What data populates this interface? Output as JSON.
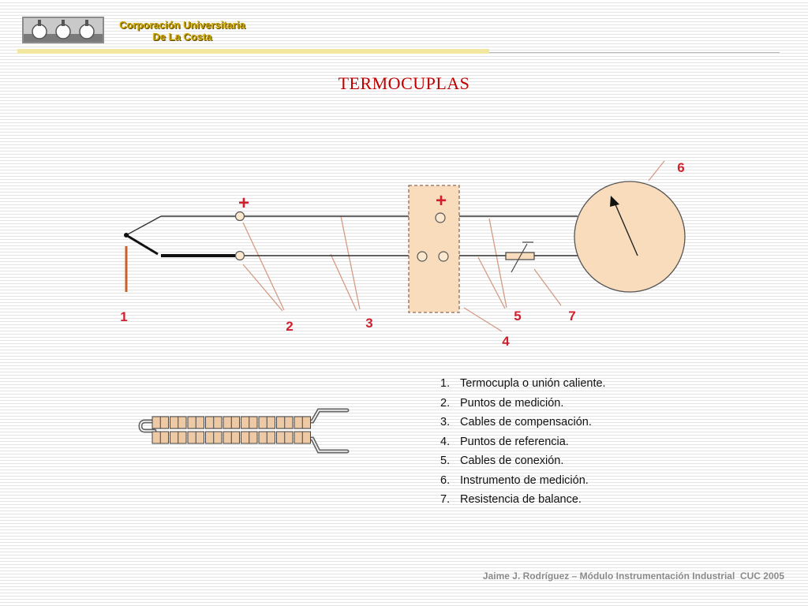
{
  "header": {
    "org_line1": "Corporación  Universitaria",
    "org_line2": "De  La  Costa",
    "logo_icon": "cuc-logo-icon",
    "accent_color": "#f2e7a0"
  },
  "title": "TERMOCUPLAS",
  "diagram": {
    "plus_sign": "+",
    "callouts": [
      "1",
      "2",
      "3",
      "4",
      "5",
      "6",
      "7"
    ],
    "label_color": "#d0202e",
    "wire_color": "#333333",
    "box_fill": "#f8dcbc",
    "instrument_fill": "#f8dcbc",
    "probe_color": "#c8622d"
  },
  "legend": [
    {
      "num": "1.",
      "text": "Termocupla o unión caliente."
    },
    {
      "num": "2.",
      "text": "Puntos de medición."
    },
    {
      "num": "3.",
      "text": "Cables de compensación."
    },
    {
      "num": "4.",
      "text": "Puntos de referencia."
    },
    {
      "num": "5.",
      "text": "Cables de conexión."
    },
    {
      "num": "6.",
      "text": "Instrumento de medición."
    },
    {
      "num": "7.",
      "text": "Resistencia de balance."
    }
  ],
  "footer": "Jaime J. Rodríguez – Módulo Instrumentación Industrial  CUC 2005"
}
